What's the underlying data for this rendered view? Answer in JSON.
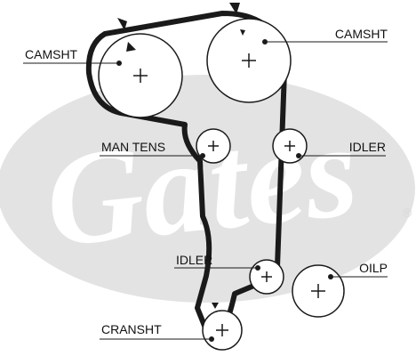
{
  "watermark": {
    "text": "Gates",
    "registered": "®",
    "color": "#e3e3e3"
  },
  "colors": {
    "belt": "#1a1a1a",
    "leader": "#1a1a1a"
  },
  "pulleys": [
    {
      "id": "camshaft-left",
      "label": "CAMSHT"
    },
    {
      "id": "camshaft-right",
      "label": "CAMSHT"
    },
    {
      "id": "manual-tensioner",
      "label": "MAN TENS"
    },
    {
      "id": "idler-upper",
      "label": "IDLER"
    },
    {
      "id": "idler-lower",
      "label": "IDLER"
    },
    {
      "id": "oil-pump",
      "label": "OILP"
    },
    {
      "id": "crankshaft",
      "label": "CRANSHT"
    }
  ]
}
